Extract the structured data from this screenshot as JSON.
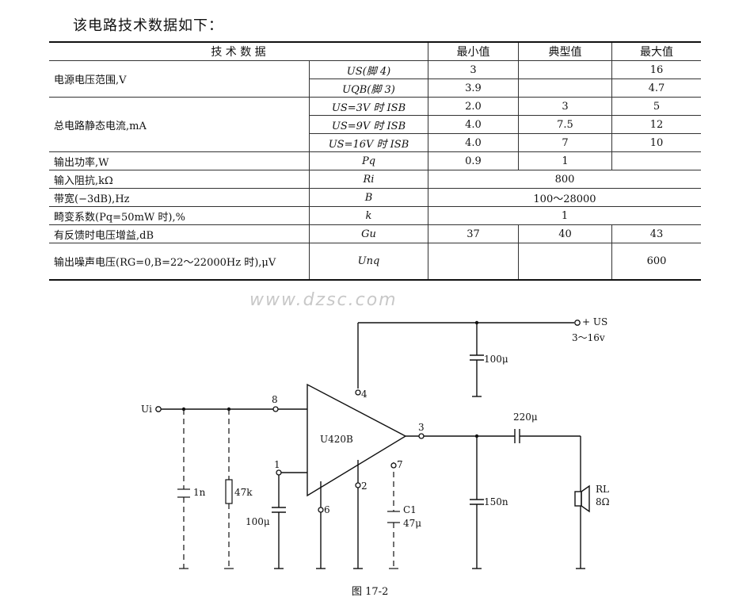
{
  "heading": "该电路技术数据如下：",
  "table": {
    "headers": [
      "技 术 数 据",
      "最小值",
      "典型值",
      "最大值"
    ],
    "groups": [
      {
        "param": "电源电压范围,V",
        "rows": [
          {
            "sym": "US(脚 4)",
            "min": "3",
            "typ": "",
            "max": "16"
          },
          {
            "sym": "UQB(脚 3)",
            "min": "3.9",
            "typ": "",
            "max": "4.7"
          }
        ]
      },
      {
        "param": "总电路静态电流,mA",
        "rows": [
          {
            "sym": "US=3V 时 ISB",
            "min": "2.0",
            "typ": "3",
            "max": "5"
          },
          {
            "sym": "US=9V 时 ISB",
            "min": "4.0",
            "typ": "7.5",
            "max": "12"
          },
          {
            "sym": "US=16V 时 ISB",
            "min": "4.0",
            "typ": "7",
            "max": "10"
          }
        ]
      },
      {
        "param": "输出功率,W",
        "rows": [
          {
            "sym": "Pq",
            "min": "0.9",
            "typ": "1",
            "max": ""
          }
        ]
      }
    ],
    "spanned": [
      {
        "param": "输入阻抗,kΩ",
        "sym": "Ri",
        "value": "800"
      },
      {
        "param": "带宽(−3dB),Hz",
        "sym": "B",
        "value": "100～28000"
      },
      {
        "param": "畸变系数(Pq=50mW 时),%",
        "sym": "k",
        "value": "1"
      }
    ],
    "gain": {
      "param": "有反馈时电压增益,dB",
      "sym": "Gu",
      "min": "37",
      "typ": "40",
      "max": "43"
    },
    "noise": {
      "param": "输出噪声电压(RG=0,B=22～22000Hz 时),μV",
      "sym": "Unq",
      "min": "",
      "typ": "",
      "max": "600"
    }
  },
  "watermark": "www.dzsc.com",
  "circuit": {
    "chip": "U420B",
    "supply": "+ US",
    "supply_range": "3～16v",
    "input": "Ui",
    "pins": [
      "8",
      "4",
      "3",
      "1",
      "6",
      "2",
      "7"
    ],
    "c_supply": "100μ",
    "c_in": "1n",
    "r_in": "47k",
    "c_pin1": "100μ",
    "c1_name": "C1",
    "c1_val": "47μ",
    "c_out": "220μ",
    "c_150": "150n",
    "load": "RL",
    "load_val": "8Ω"
  },
  "caption": "图 17-2"
}
